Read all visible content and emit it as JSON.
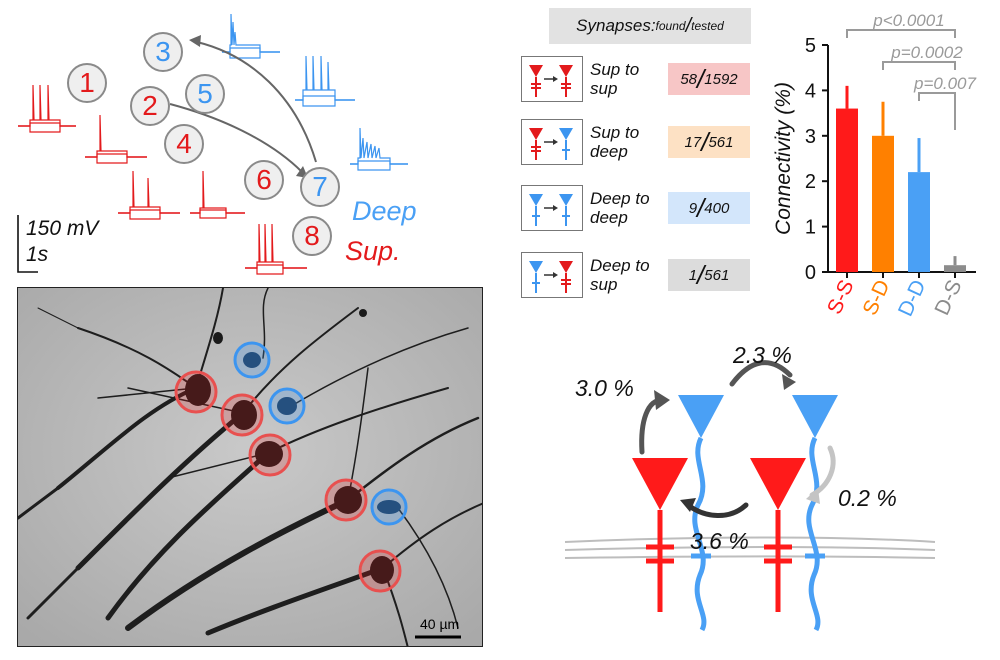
{
  "traces": {
    "cells": [
      {
        "id": "1",
        "group": "sup"
      },
      {
        "id": "2",
        "group": "sup"
      },
      {
        "id": "3",
        "group": "deep"
      },
      {
        "id": "4",
        "group": "sup"
      },
      {
        "id": "5",
        "group": "deep"
      },
      {
        "id": "6",
        "group": "sup"
      },
      {
        "id": "7",
        "group": "deep"
      },
      {
        "id": "8",
        "group": "sup"
      }
    ],
    "scale_mv": "150 mV",
    "scale_time": "1s",
    "deep_label": "Deep",
    "sup_label": "Sup."
  },
  "micrograph": {
    "scale_bar": "40 µm"
  },
  "synapse_table": {
    "header_main": "Synapses: ",
    "header_found": "found",
    "header_sep": "/",
    "header_tested": "tested",
    "rows": [
      {
        "label_line1": "Sup to",
        "label_line2": "sup",
        "found": "58",
        "tested": "1592",
        "pre": "sup",
        "post": "sup",
        "bg": "#f7c6c6"
      },
      {
        "label_line1": "Sup to",
        "label_line2": "deep",
        "found": "17",
        "tested": "561",
        "pre": "sup",
        "post": "deep",
        "bg": "#fde1c4"
      },
      {
        "label_line1": "Deep to",
        "label_line2": "deep",
        "found": "9",
        "tested": "400",
        "pre": "deep",
        "post": "deep",
        "bg": "#d3e6fb"
      },
      {
        "label_line1": "Deep to",
        "label_line2": "sup",
        "found": "1",
        "tested": "561",
        "pre": "deep",
        "post": "sup",
        "bg": "#dcdcdc"
      }
    ]
  },
  "chart_data": {
    "type": "bar",
    "categories": [
      "S-S",
      "S-D",
      "D-D",
      "D-S"
    ],
    "values": [
      3.6,
      3.0,
      2.2,
      0.15
    ],
    "errors": [
      0.5,
      0.75,
      0.75,
      0.2
    ],
    "colors": [
      "#ff1a1a",
      "#ff8000",
      "#4aa0f5",
      "#8c8c8c"
    ],
    "ylabel": "Connectivity (%)",
    "ylim": [
      0,
      5
    ],
    "yticks": [
      0,
      1,
      2,
      3,
      4,
      5
    ],
    "significance": [
      {
        "from": 0,
        "to": 3,
        "label": "p<0.0001"
      },
      {
        "from": 1,
        "to": 3,
        "label": "p=0.0002"
      },
      {
        "from": 2,
        "to": 3,
        "label": "p=0.007"
      }
    ]
  },
  "schematic": {
    "pct_sup_to_deep": "3.0 %",
    "pct_deep_to_deep": "2.3 %",
    "pct_deep_to_sup": "0.2 %",
    "pct_sup_to_sup": "3.6 %"
  },
  "colors": {
    "sup": "#e31a1c",
    "deep": "#3c95f0",
    "grey": "#8a8a8a"
  }
}
